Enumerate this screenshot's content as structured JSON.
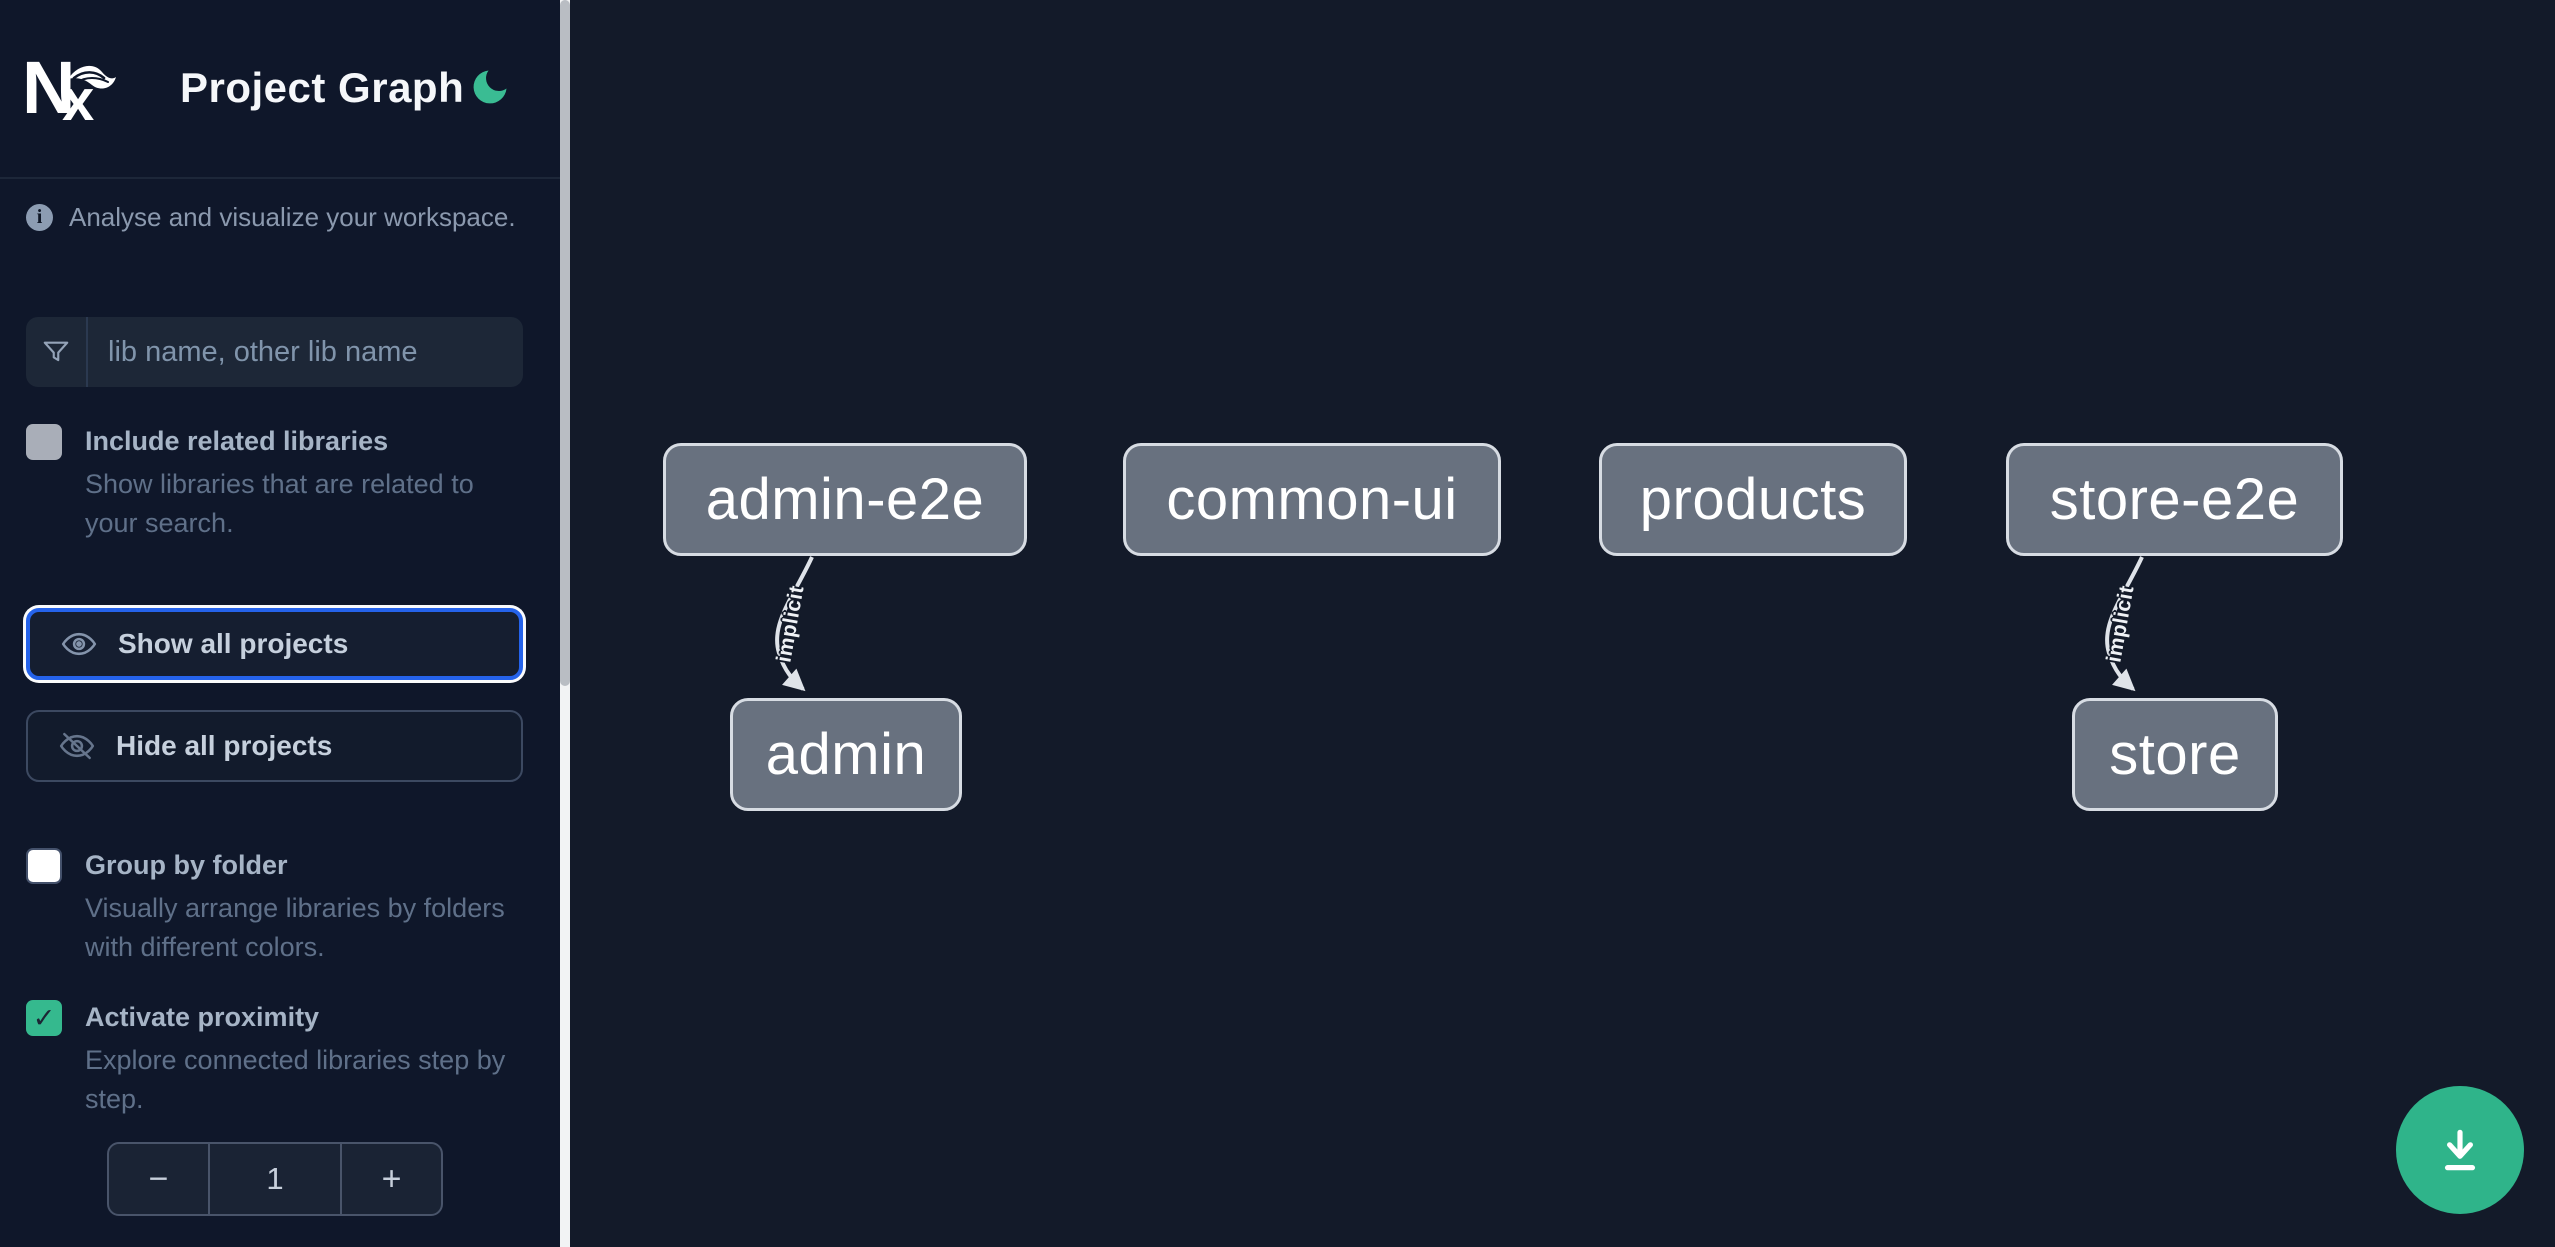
{
  "header": {
    "app_name": "Nx",
    "title": "Project Graph"
  },
  "sidebar": {
    "tagline": "Analyse and visualize your workspace.",
    "info_icon_glyph": "i",
    "search": {
      "placeholder": "lib name, other lib name",
      "value": ""
    },
    "include_related": {
      "label": "Include related libraries",
      "description": "Show libraries that are related to your search.",
      "checked": false
    },
    "show_all_label": "Show all projects",
    "hide_all_label": "Hide all projects",
    "group_by_folder": {
      "label": "Group by folder",
      "description": "Visually arrange libraries by folders with different colors.",
      "checked": false
    },
    "activate_proximity": {
      "label": "Activate proximity",
      "description": "Explore connected libraries step by step.",
      "checked": true,
      "check_glyph": "✓"
    },
    "proximity_stepper": {
      "decrement": "−",
      "value": "1",
      "increment": "+"
    }
  },
  "graph": {
    "nodes": [
      {
        "id": "admin-e2e",
        "label": "admin-e2e"
      },
      {
        "id": "common-ui",
        "label": "common-ui"
      },
      {
        "id": "products",
        "label": "products"
      },
      {
        "id": "store-e2e",
        "label": "store-e2e"
      },
      {
        "id": "admin",
        "label": "admin"
      },
      {
        "id": "store",
        "label": "store"
      }
    ],
    "edges": [
      {
        "source": "admin-e2e",
        "target": "admin",
        "label": "implicit"
      },
      {
        "source": "store-e2e",
        "target": "store",
        "label": "implicit"
      }
    ]
  },
  "fab": {
    "icon": "download-icon"
  },
  "colors": {
    "accent_green": "#35b98e",
    "focus_blue": "#2563eb",
    "node_fill": "#68717f",
    "node_border": "#d7dce3",
    "edge": "#dfe3e9",
    "sidebar_bg": "#0f172a",
    "canvas_bg": "#131a29"
  }
}
